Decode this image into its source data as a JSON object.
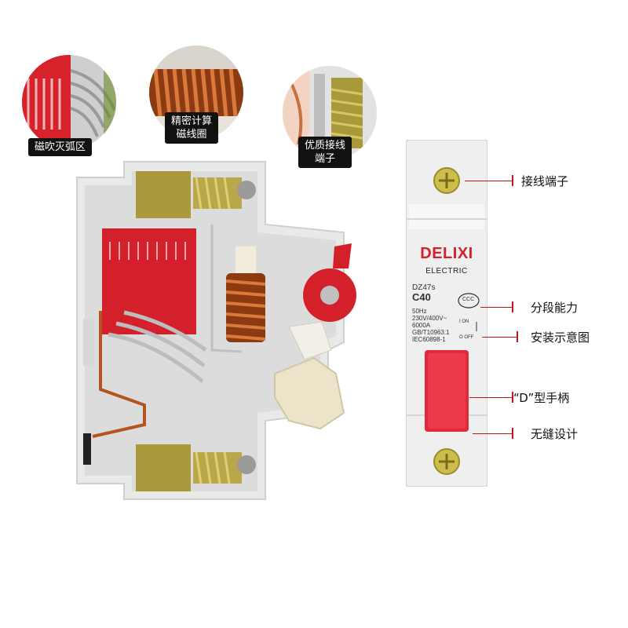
{
  "features": {
    "arc": {
      "label": "磁吹灭弧区"
    },
    "coil": {
      "line1": "精密计算",
      "line2": "磁线圈"
    },
    "terminal": {
      "line1": "优质接线",
      "line2": "端子"
    }
  },
  "labels": {
    "terminal": "接线端子",
    "breaking": "分段能力",
    "diagram": "安装示意图",
    "handle": "“D”型手柄",
    "seamless": "无缝设计"
  },
  "breaker": {
    "brand": "DELIXI",
    "sub": "ELECTRIC",
    "model": "DZ47s",
    "rating": "C40",
    "specs": [
      "50Hz",
      "230V/400V~",
      "6000A",
      "GB/T10963.1",
      "IEC60898-1"
    ],
    "on_label": "I ON",
    "off_label": "O OFF",
    "cert": "CCC"
  },
  "colors": {
    "accent_red": "#d4202a",
    "lead_red": "#c0161c",
    "copper": "#b5541f",
    "brass": "#a89a3a",
    "housing": "#e8e8e8"
  }
}
